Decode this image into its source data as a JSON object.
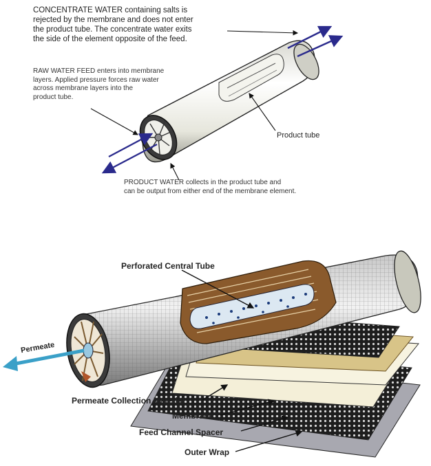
{
  "top_diagram": {
    "concentrate_text": "CONCENTRATE WATER containing salts is\nrejected by the membrane and does not enter\nthe product tube.  The concentrate water exits\nthe side of the element opposite of the feed.",
    "raw_feed_text": "RAW WATER FEED enters into membrane\nlayers.  Applied pressure forces raw water\nacross membrane layers into the\nproduct tube.",
    "product_tube_label": "Product tube",
    "product_water_text": "PRODUCT WATER collects in the product tube and\ncan be output from either end of the membrane element."
  },
  "bottom_diagram": {
    "perforated_tube_label": "Perforated Central Tube",
    "permeate_label": "Permeate",
    "permeate_collection_label": "Permeate Collection Material",
    "membrane_label": "Membrane",
    "feed_spacer_label": "Feed Channel Spacer",
    "outer_wrap_label": "Outer Wrap"
  },
  "colors": {
    "arrow_blue": "#2a2a8c",
    "permeate_arrow": "#3aa0c8",
    "membrane_brown": "#a0703c",
    "spacer_dark": "#2b2b2b"
  }
}
